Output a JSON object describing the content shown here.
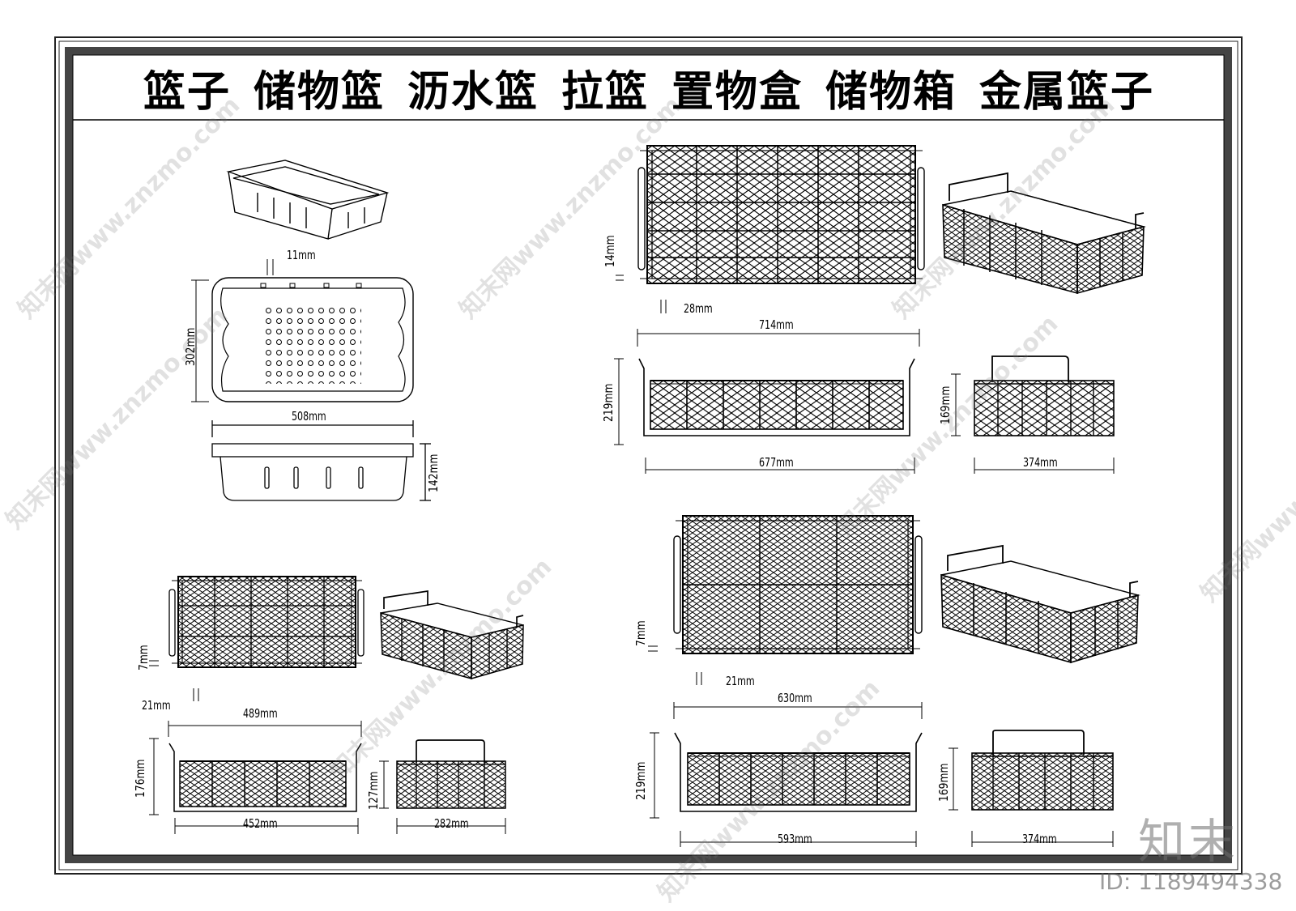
{
  "title": {
    "items": [
      "篮子",
      "储物篮",
      "沥水篮",
      "拉篮",
      "置物盒",
      "储物箱",
      "金属篮子"
    ]
  },
  "dims": {
    "plastic": {
      "top_11": "11mm",
      "h_302": "302mm",
      "w_508": "508mm",
      "h_142": "142mm"
    },
    "large": {
      "gap_14": "14mm",
      "gap_28": "28mm",
      "w_714": "714mm",
      "h_219": "219mm",
      "w_677": "677mm",
      "h_169": "169mm",
      "w_374": "374mm"
    },
    "small": {
      "gap_7": "7mm",
      "gap_21": "21mm",
      "w_489": "489mm",
      "h_176": "176mm",
      "h_127": "127mm",
      "w_452": "452mm",
      "w_282": "282mm"
    },
    "medium": {
      "gap_7": "7mm",
      "gap_21": "21mm",
      "w_630": "630mm",
      "h_219": "219mm",
      "h_169": "169mm",
      "w_593": "593mm",
      "w_374": "374mm"
    }
  },
  "watermark": {
    "text": "知末网www.znzmo.com",
    "logo": "知末",
    "id_label": "ID: 1189494338"
  },
  "colors": {
    "line": "#000000",
    "frame": "#1a1a1a",
    "watermark": "#9a9a9a"
  }
}
